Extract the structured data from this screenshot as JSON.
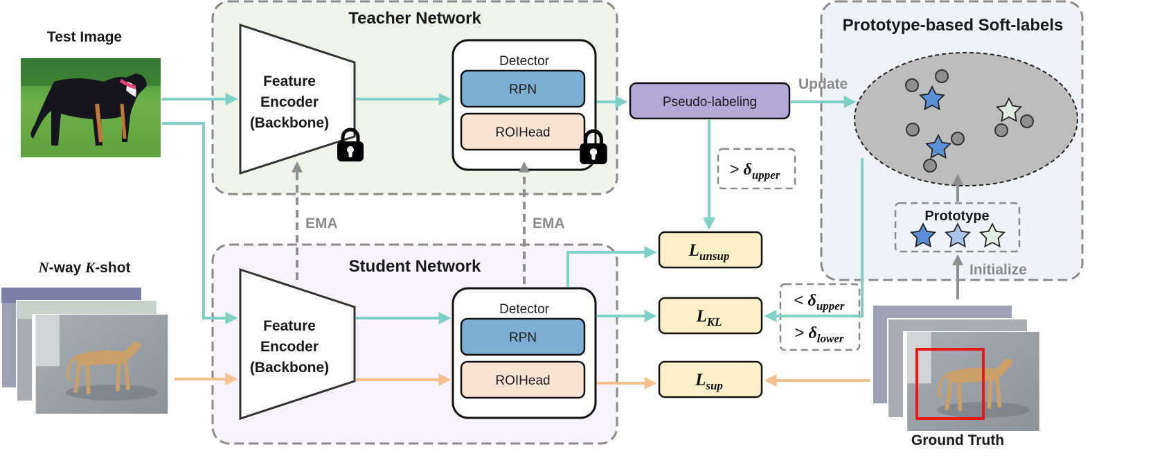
{
  "titles": {
    "teacher": "Teacher Network",
    "student": "Student Network",
    "prototype_panel": "Prototype-based Soft-labels",
    "test_image": "Test Image",
    "ground_truth": "Ground Truth"
  },
  "shot": {
    "n": "N",
    "mid": "-way ",
    "k": "K",
    "suffix": "-shot"
  },
  "encoder": {
    "line1": "Feature",
    "line2": "Encoder",
    "line3": "(Backbone)"
  },
  "detector": {
    "title": "Detector",
    "rpn": "RPN",
    "roihead": "ROIHead"
  },
  "pseudo_labeling": "Pseudo-labeling",
  "ema": "EMA",
  "update": "Update",
  "initialize": "Initialize",
  "prototype_label": "Prototype",
  "thresholds": {
    "upper_gt": {
      "sym": ">",
      "var": "δ",
      "sub": "upper"
    },
    "upper_lt": {
      "sym": "<",
      "var": "δ",
      "sub": "upper"
    },
    "lower_gt": {
      "sym": ">",
      "var": "δ",
      "sub": "lower"
    }
  },
  "losses": {
    "unsup": {
      "var": "L",
      "sub": "unsup"
    },
    "kl": {
      "var": "L",
      "sub": "KL"
    },
    "sup": {
      "var": "L",
      "sub": "sup"
    }
  },
  "colors": {
    "teal": "#7fd1c8",
    "orange": "#f7c08a",
    "gray_arrow": "#8f8f8f",
    "dash": "#8a8a8a",
    "teacher_bg": "#eef5e8",
    "student_bg": "#f7f2fb",
    "proto_bg": "#eef2f9",
    "rpn": "#7faed3",
    "roihead": "#fbe3d4",
    "pseudo": "#b3a8d8",
    "loss": "#fdf0c8",
    "ellipse": "#bdbdbd",
    "star_blue": "#5b8fd6",
    "star_light": "#a9c4ee",
    "star_green": "#dfeee0"
  },
  "icons": [
    "lock-icon",
    "star-icon",
    "dot-icon",
    "dog-photo",
    "bounding-box"
  ]
}
